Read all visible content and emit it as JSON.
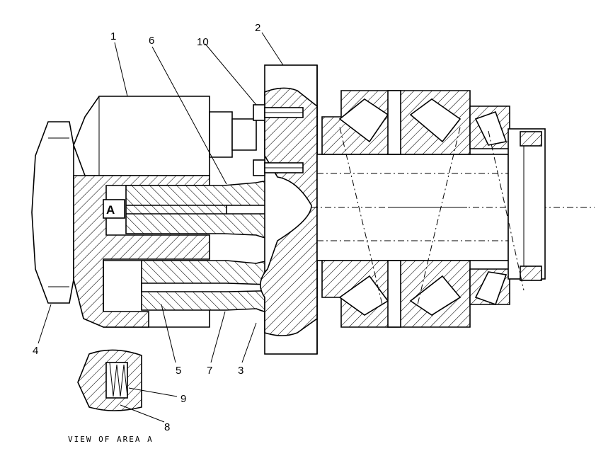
{
  "callouts": [
    "1",
    "2",
    "3",
    "4",
    "5",
    "6",
    "7",
    "8",
    "9",
    "10"
  ],
  "detail_label": "A",
  "caption": "VIEW OF AREA A"
}
